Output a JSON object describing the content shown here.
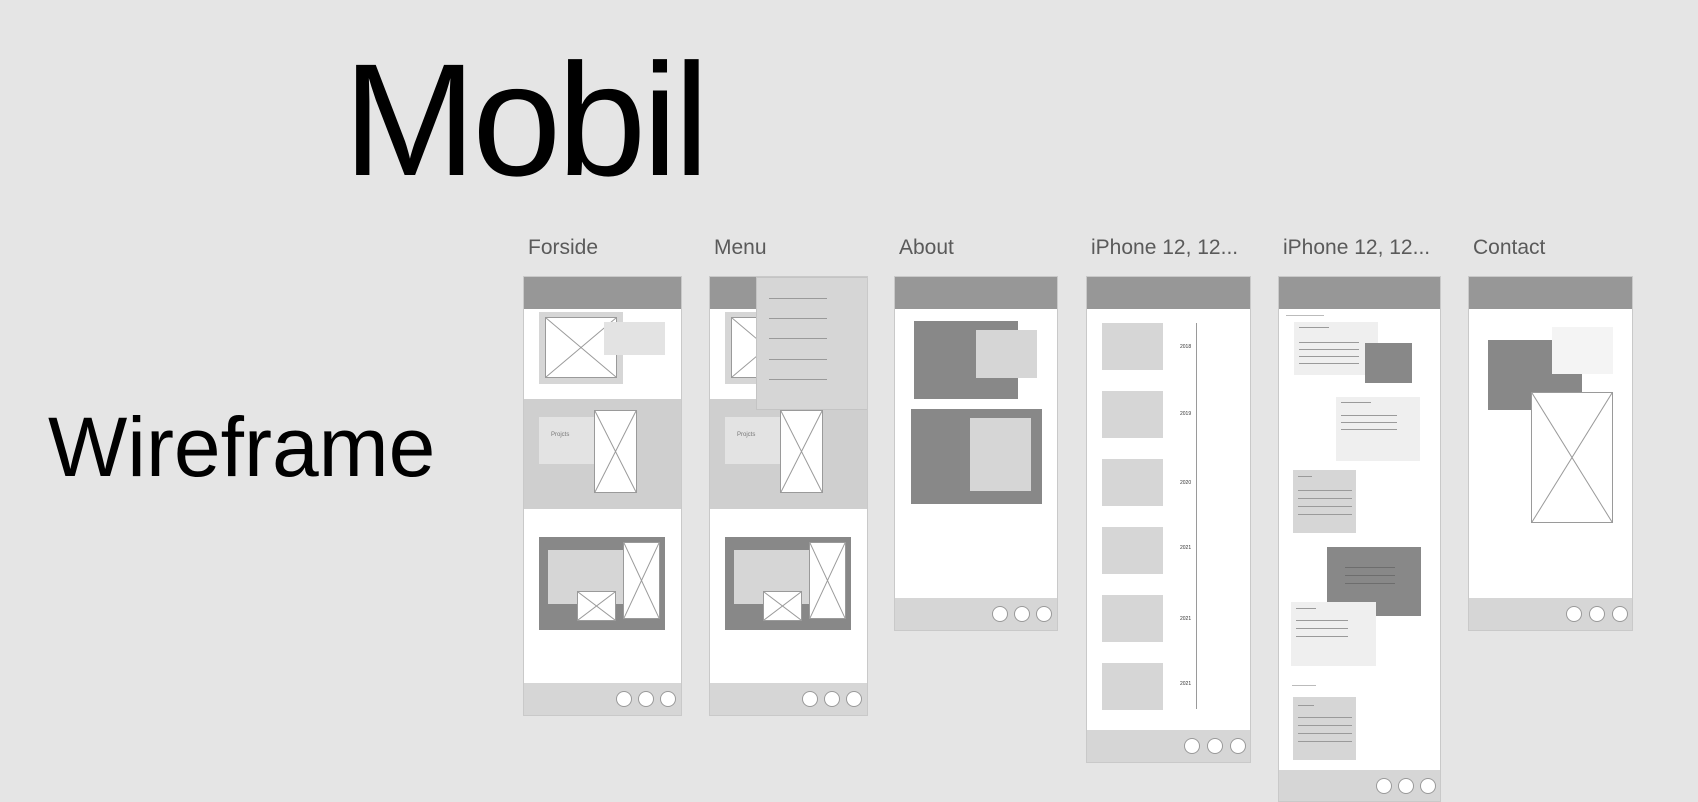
{
  "page": {
    "title": "Mobil",
    "subtitle": "Wireframe"
  },
  "frames": [
    {
      "label": "Forside"
    },
    {
      "label": "Menu"
    },
    {
      "label": "About"
    },
    {
      "label": "iPhone 12, 12..."
    },
    {
      "label": "iPhone 12, 12..."
    },
    {
      "label": "Contact"
    }
  ],
  "wire_text": {
    "projects": "Projcts",
    "years": [
      "2018",
      "2019",
      "2020",
      "2021",
      "2021",
      "2021"
    ]
  },
  "colors": {
    "background": "#e5e5e5",
    "bar": "#979797",
    "footer": "#d6d6d6",
    "dark_block": "#888888",
    "light_block": "#d6d6d6"
  }
}
